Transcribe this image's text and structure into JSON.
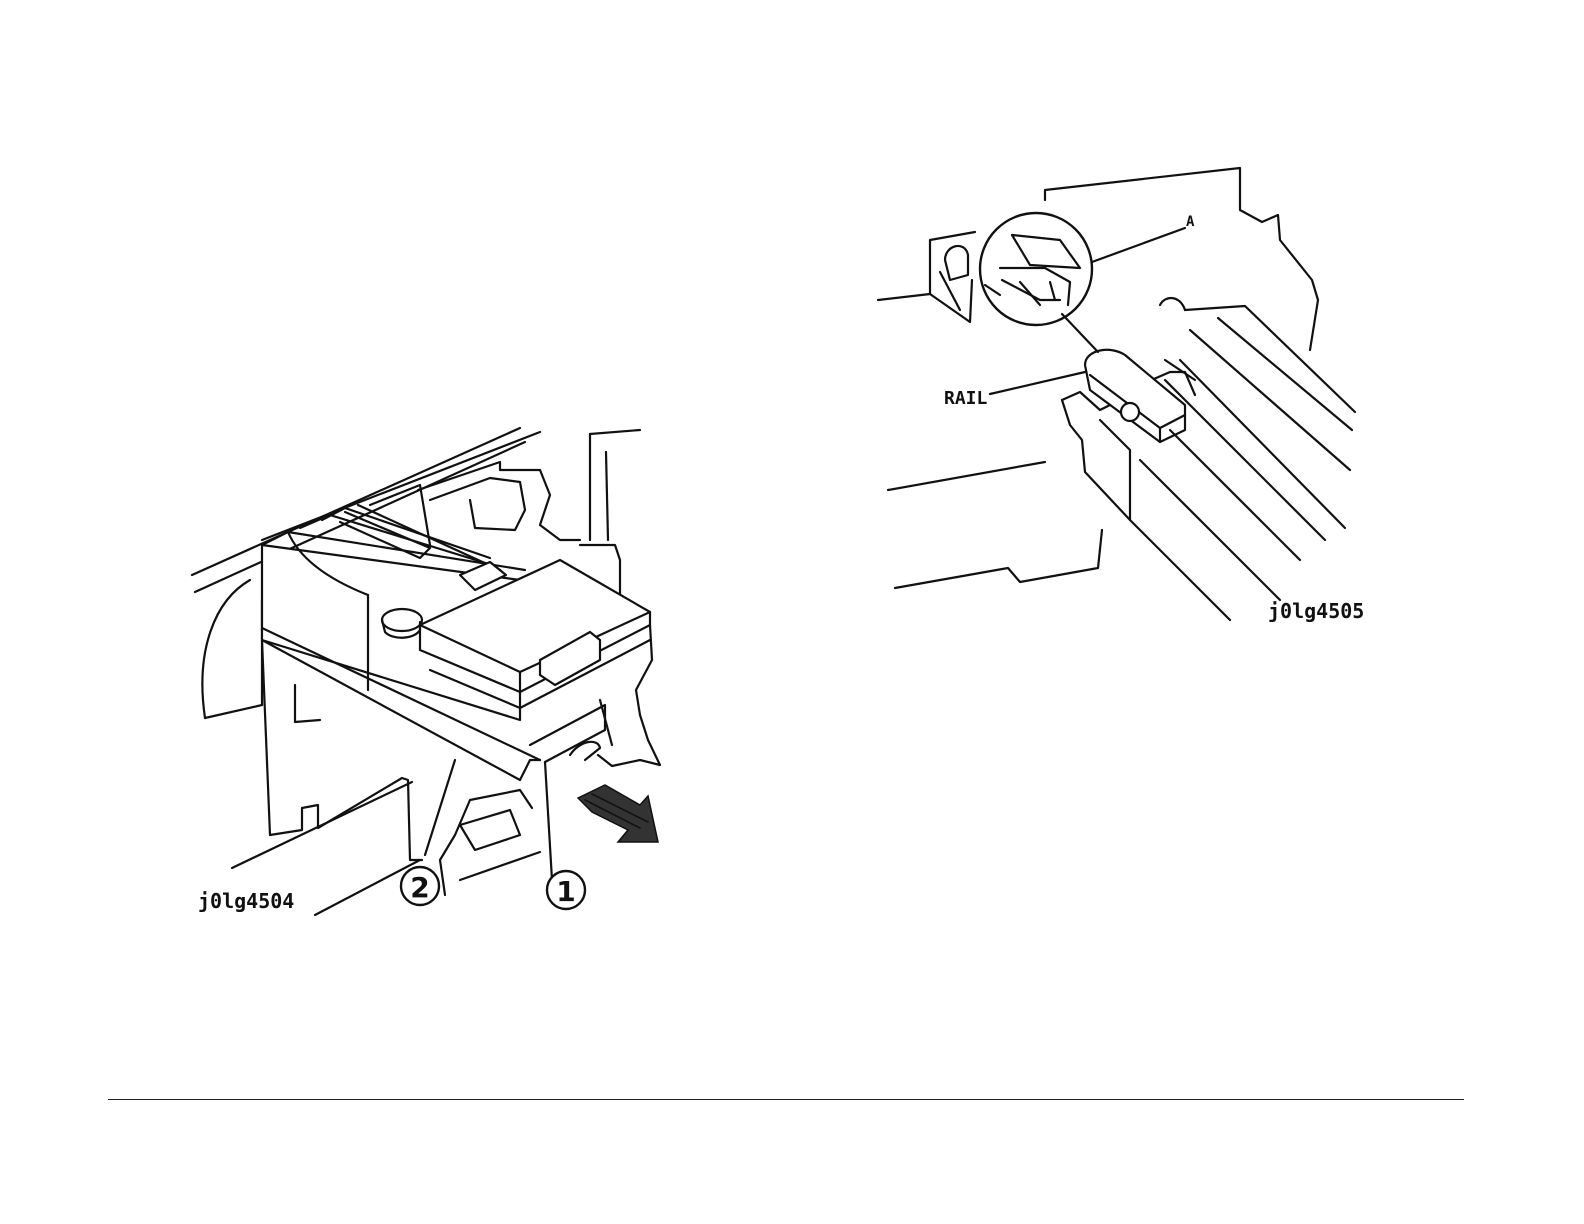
{
  "figures": [
    {
      "id": "j0lg4504",
      "callouts": [
        "1",
        "2"
      ]
    },
    {
      "id": "j0lg4505",
      "labels": [
        "A",
        "RAIL"
      ]
    }
  ]
}
